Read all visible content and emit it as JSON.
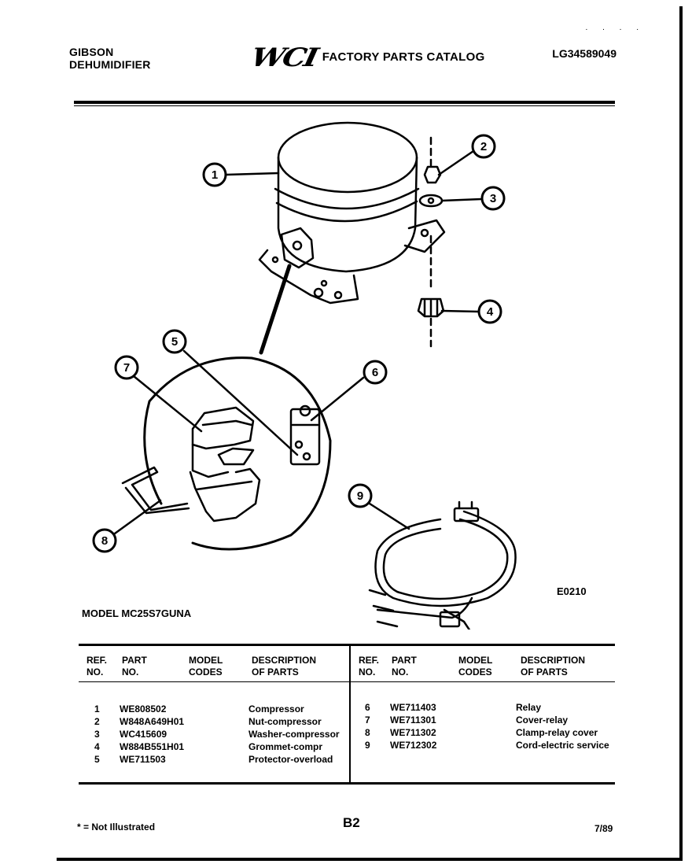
{
  "header": {
    "brand": "GIBSON",
    "product": "DEHUMIDIFIER",
    "logo": "WCI",
    "catalog_title": "FACTORY PARTS CATALOG",
    "catalog_code": "LG34589049"
  },
  "diagram": {
    "model_label": "MODEL MC25S7GUNA",
    "figure_code": "E0210",
    "callouts": [
      "1",
      "2",
      "3",
      "4",
      "5",
      "6",
      "7",
      "8",
      "9"
    ]
  },
  "table": {
    "headers": {
      "ref": "REF.",
      "ref2": "NO.",
      "part": "PART",
      "part2": "NO.",
      "model": "MODEL",
      "model2": "CODES",
      "desc": "DESCRIPTION",
      "desc2": "OF PARTS"
    },
    "left_rows": [
      {
        "ref": "1",
        "part": "WE808502",
        "desc": "Compressor"
      },
      {
        "ref": "2",
        "part": "W848A649H01",
        "desc": "Nut-compressor"
      },
      {
        "ref": "3",
        "part": "WC415609",
        "desc": "Washer-compressor"
      },
      {
        "ref": "4",
        "part": "W884B551H01",
        "desc": "Grommet-compr"
      },
      {
        "ref": "5",
        "part": "WE711503",
        "desc": "Protector-overload"
      }
    ],
    "right_rows": [
      {
        "ref": "6",
        "part": "WE711403",
        "desc": "Relay"
      },
      {
        "ref": "7",
        "part": "WE711301",
        "desc": "Cover-relay"
      },
      {
        "ref": "8",
        "part": "WE711302",
        "desc": "Clamp-relay cover"
      },
      {
        "ref": "9",
        "part": "WE712302",
        "desc": "Cord-electric service"
      }
    ]
  },
  "footer": {
    "note": "* = Not Illustrated",
    "page": "B2",
    "date": "7/89"
  }
}
